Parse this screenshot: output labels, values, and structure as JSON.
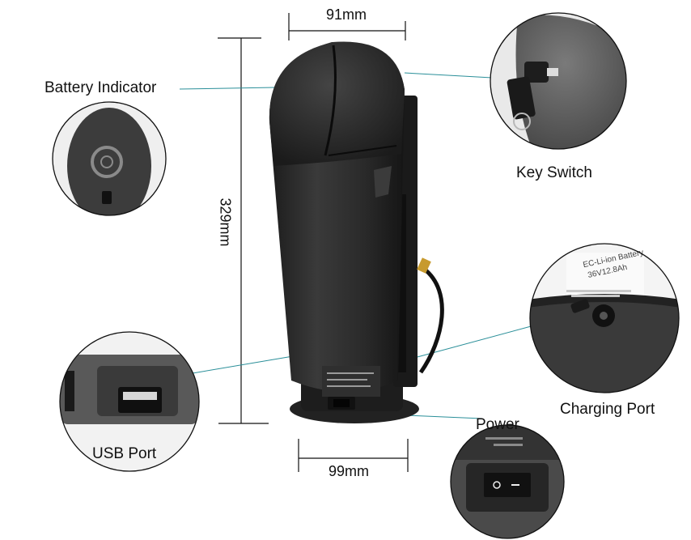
{
  "dimensions": {
    "top_width": "91mm",
    "height": "329mm",
    "base_width": "99mm"
  },
  "callouts": {
    "battery_indicator": "Battery Indicator",
    "key_switch": "Key Switch",
    "charging_port": "Charging Port",
    "usb_port": "USB Port",
    "power": "Power"
  },
  "label_sticker": {
    "line1": "EC-Li-ion Battery",
    "line2": "36V12.8Ah"
  },
  "colors": {
    "battery_body": "#2b2b2b",
    "callout_line": "#2a8f99",
    "dimension_line": "#111111",
    "circle_border": "#111111"
  }
}
